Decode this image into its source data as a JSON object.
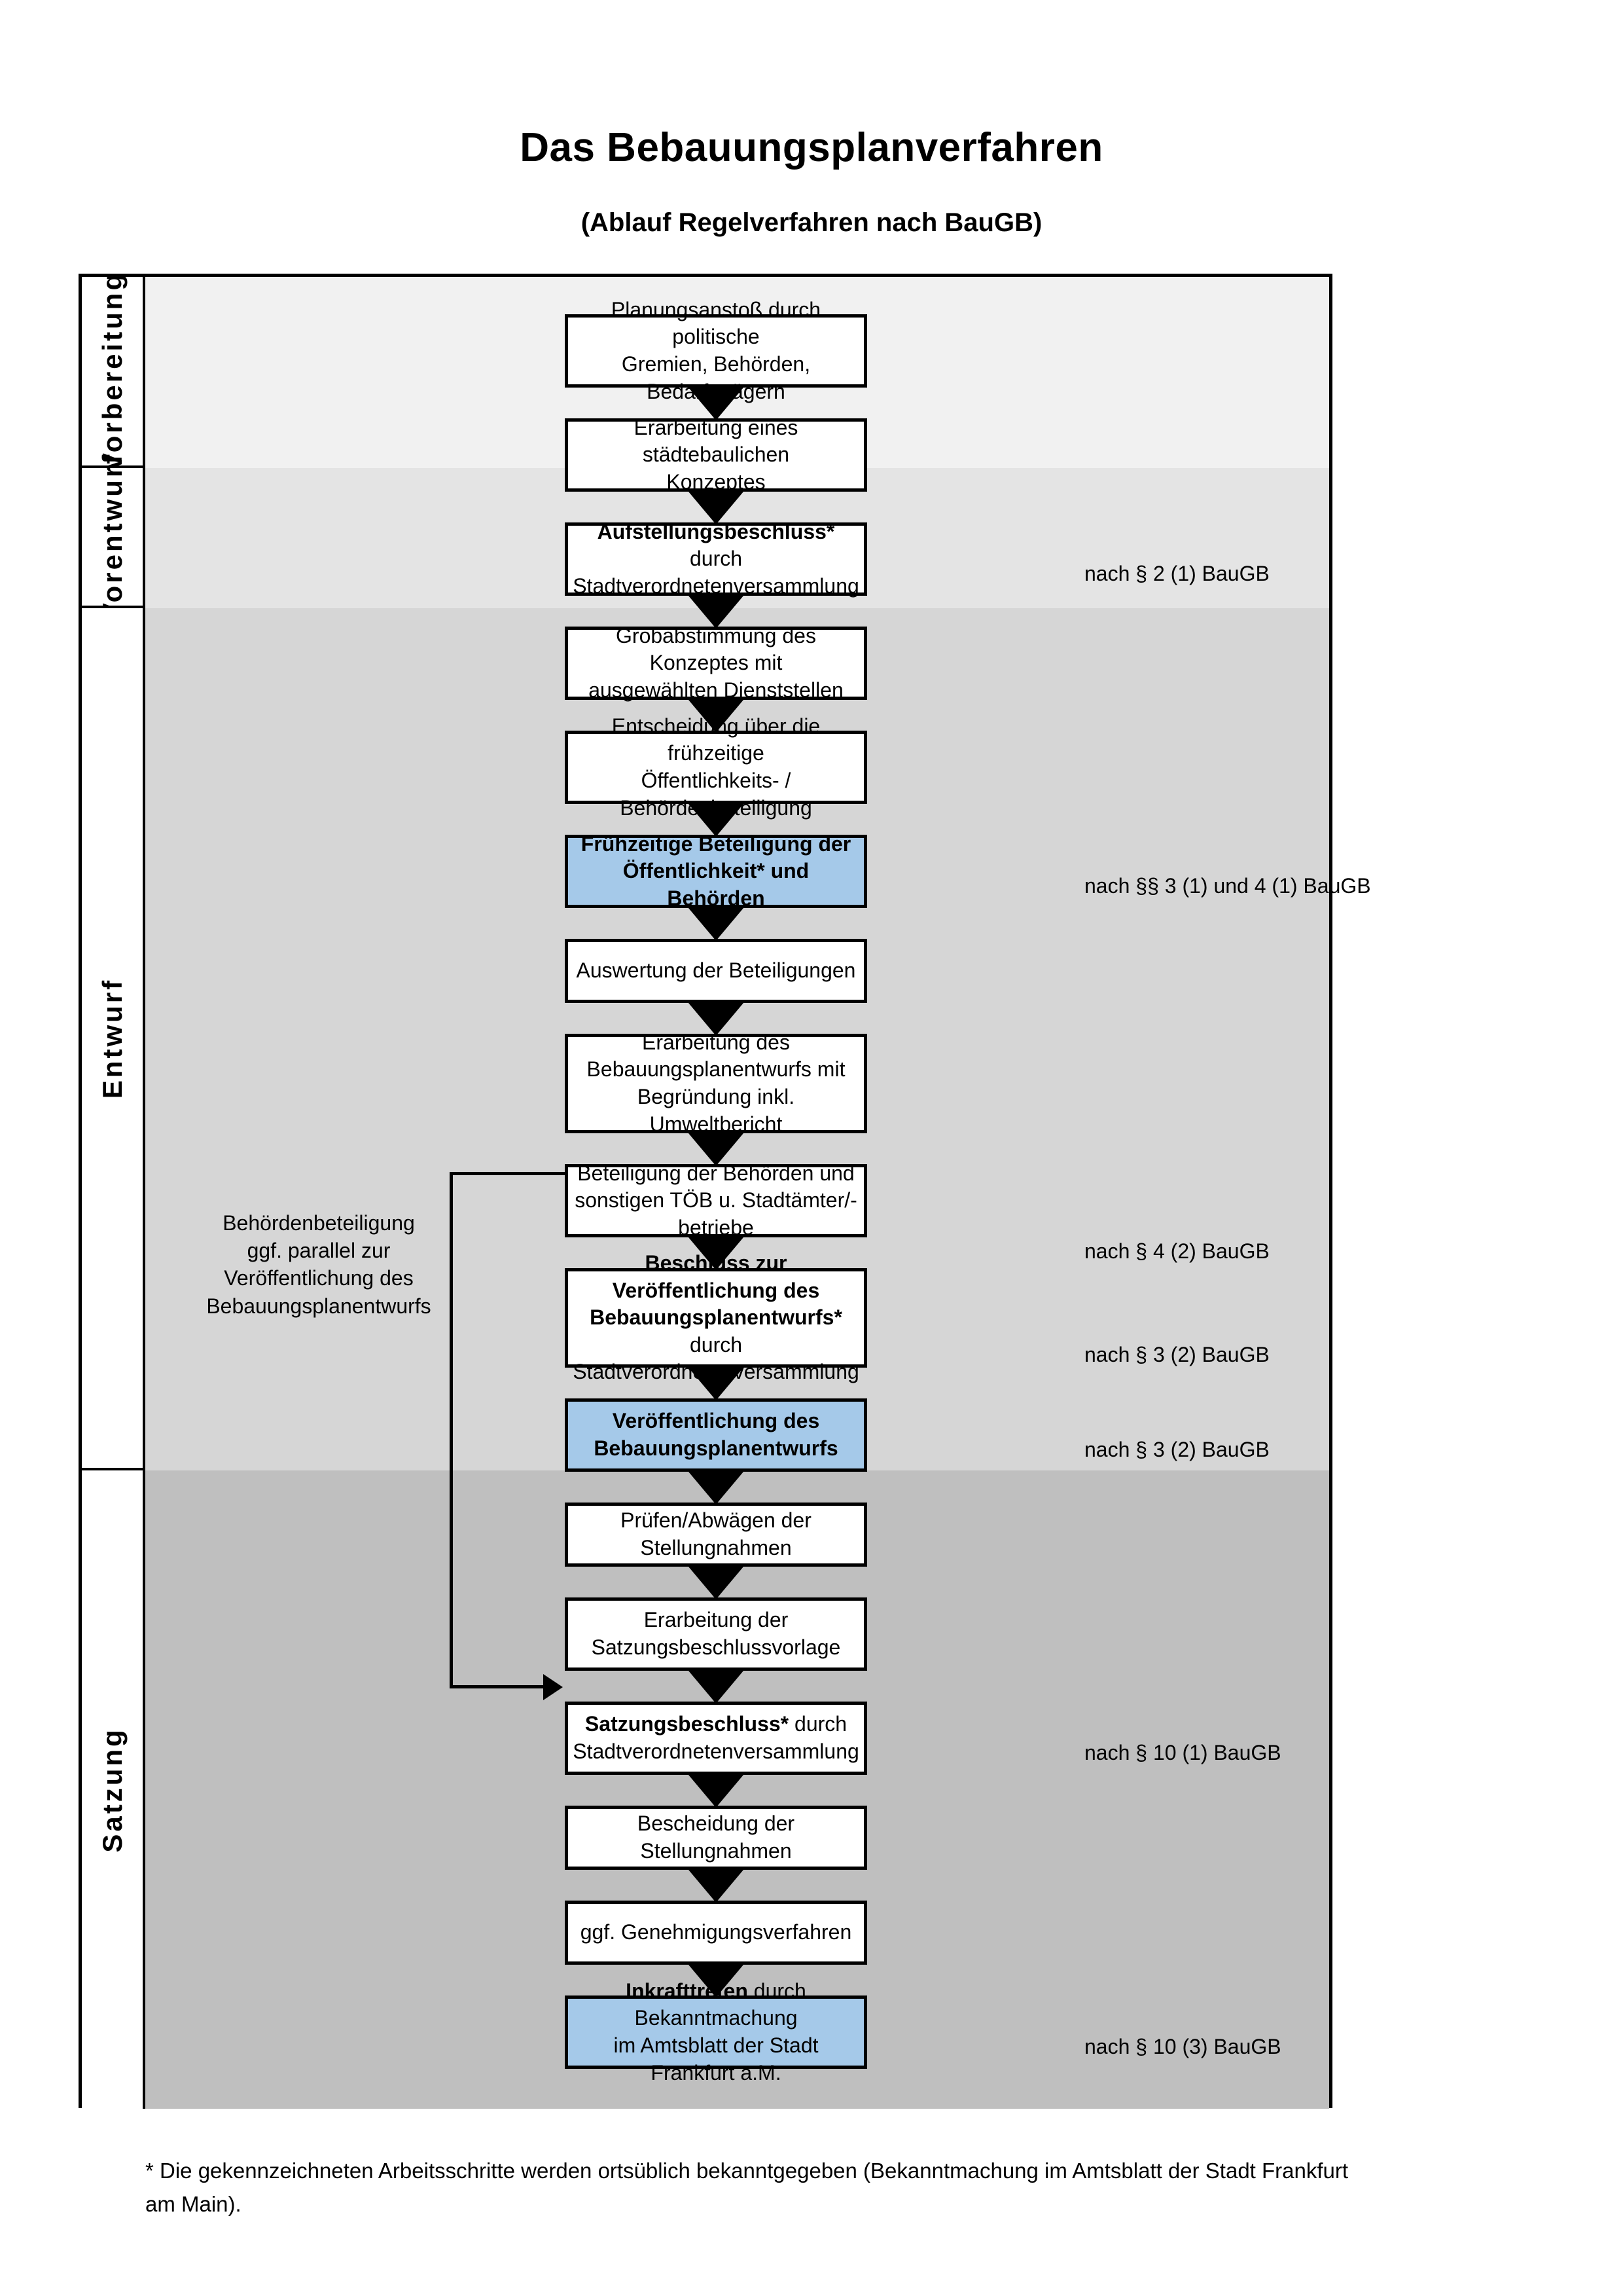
{
  "header": {
    "title": "Das Bebauungsplanverfahren",
    "subtitle": "(Ablauf Regelverfahren nach BauGB)"
  },
  "phases": [
    {
      "id": "vorbereitung",
      "label": "Vorbereitung",
      "band_color": "#f1f1f1"
    },
    {
      "id": "vorentwurf",
      "label": "Vorentwurf",
      "band_color": "#e4e4e4"
    },
    {
      "id": "entwurf",
      "label": "Entwurf",
      "band_color": "#d6d6d6"
    },
    {
      "id": "satzung",
      "label": "Satzung",
      "band_color": "#bfbfbf"
    }
  ],
  "steps": [
    {
      "id": "planungsanstoss",
      "lines": [
        {
          "t": "Planungsanstoß durch politische",
          "b": false
        },
        {
          "t": "Gremien, Behörden, Bedarfsträgern",
          "b": false
        }
      ],
      "highlight": false
    },
    {
      "id": "staedtebauliches-konzept",
      "lines": [
        {
          "t": "Erarbeitung eines städtebaulichen",
          "b": false
        },
        {
          "t": "Konzeptes",
          "b": false
        }
      ],
      "highlight": false
    },
    {
      "id": "aufstellungsbeschluss",
      "lines": [
        {
          "t": "Aufstellungsbeschluss*",
          "b": true,
          "suffix": " durch"
        },
        {
          "t": "Stadtverordnetenversammlung",
          "b": false
        }
      ],
      "highlight": false
    },
    {
      "id": "grobabstimmung",
      "lines": [
        {
          "t": "Grobabstimmung des Konzeptes mit",
          "b": false
        },
        {
          "t": "ausgewählten Dienststellen",
          "b": false
        }
      ],
      "highlight": false
    },
    {
      "id": "entscheidung-fruehzeitige-beteiligung",
      "lines": [
        {
          "t": "Entscheidung über die frühzeitige",
          "b": false
        },
        {
          "t": "Öffentlichkeits- / Behördenbeteiligung",
          "b": false
        }
      ],
      "highlight": false
    },
    {
      "id": "fruehzeitige-beteiligung",
      "lines": [
        {
          "t": "Frühzeitige Beteiligung der",
          "b": true
        },
        {
          "t": "Öffentlichkeit* und Behörden",
          "b": true
        }
      ],
      "highlight": true
    },
    {
      "id": "auswertung-beteiligungen",
      "lines": [
        {
          "t": "Auswertung der Beteiligungen",
          "b": false
        }
      ],
      "highlight": false
    },
    {
      "id": "erarbeitung-bplan-entwurf",
      "lines": [
        {
          "t": "Erarbeitung des",
          "b": false
        },
        {
          "t": "Bebauungsplanentwurfs mit",
          "b": false
        },
        {
          "t": "Begründung inkl. Umweltbericht",
          "b": false
        }
      ],
      "highlight": false
    },
    {
      "id": "beteiligung-behoerden-toeb",
      "lines": [
        {
          "t": "Beteiligung der Behörden und",
          "b": false
        },
        {
          "t": "sonstigen TÖB u. Stadtämter/-betriebe",
          "b": false
        }
      ],
      "highlight": false
    },
    {
      "id": "beschluss-veroeffentlichung",
      "lines": [
        {
          "t": "Beschluss zur Veröffentlichung des",
          "b": true
        },
        {
          "t": "Bebauungsplanentwurfs*",
          "b": true,
          "suffix": " durch"
        },
        {
          "t": "Stadtverordnetenversammlung",
          "b": false
        }
      ],
      "highlight": false
    },
    {
      "id": "veroeffentlichung-bplan-entwurf",
      "lines": [
        {
          "t": "Veröffentlichung des",
          "b": true
        },
        {
          "t": "Bebauungsplanentwurfs",
          "b": true
        }
      ],
      "highlight": true
    },
    {
      "id": "pruefen-abwaegen",
      "lines": [
        {
          "t": "Prüfen/Abwägen der Stellungnahmen",
          "b": false
        }
      ],
      "highlight": false
    },
    {
      "id": "satzungsbeschlussvorlage",
      "lines": [
        {
          "t": "Erarbeitung der",
          "b": false
        },
        {
          "t": "Satzungsbeschlussvorlage",
          "b": false
        }
      ],
      "highlight": false
    },
    {
      "id": "satzungsbeschluss",
      "lines": [
        {
          "t": "Satzungsbeschluss*",
          "b": true,
          "suffix": " durch"
        },
        {
          "t": "Stadtverordnetenversammlung",
          "b": false
        }
      ],
      "highlight": false
    },
    {
      "id": "bescheidung-stellungnahmen",
      "lines": [
        {
          "t": "Bescheidung der Stellungnahmen",
          "b": false
        }
      ],
      "highlight": false
    },
    {
      "id": "genehmigungsverfahren",
      "lines": [
        {
          "t": "ggf. Genehmigungsverfahren",
          "b": false
        }
      ],
      "highlight": false
    },
    {
      "id": "inkrafttreten",
      "lines": [
        {
          "t": "Inkrafttreten",
          "b": true,
          "suffix": " durch Bekanntmachung"
        },
        {
          "t": "im Amtsblatt der Stadt Frankfurt a.M.",
          "b": false
        }
      ],
      "highlight": true
    }
  ],
  "legal_notes": [
    {
      "id": "note-par2-1",
      "text": "nach § 2 (1) BauGB"
    },
    {
      "id": "note-par3-1-4-1",
      "text": "nach §§ 3 (1) und 4 (1) BauGB"
    },
    {
      "id": "note-par4-2",
      "text": "nach § 4 (2) BauGB"
    },
    {
      "id": "note-par3-2-a",
      "text": "nach § 3 (2) BauGB"
    },
    {
      "id": "note-par3-2-b",
      "text": "nach § 3 (2) BauGB"
    },
    {
      "id": "note-par10-1",
      "text": "nach § 10 (1) BauGB"
    },
    {
      "id": "note-par10-3",
      "text": "nach § 10 (3) BauGB"
    }
  ],
  "side_note": {
    "lines": [
      "Behördenbeteiligung",
      "ggf. parallel zur",
      "Veröffentlichung des",
      "Bebauungsplanentwurfs"
    ]
  },
  "footnote": {
    "text": "* Die gekennzeichneten Arbeitsschritte werden ortsüblich bekanntgegeben (Bekanntmachung im Amtsblatt  der Stadt Frankfurt am Main)."
  },
  "colors": {
    "highlight_fill": "#a5c9e9",
    "border": "#000000",
    "band_vorbereitung": "#f1f1f1",
    "band_vorentwurf": "#e4e4e4",
    "band_entwurf": "#d6d6d6",
    "band_satzung": "#bfbfbf"
  }
}
